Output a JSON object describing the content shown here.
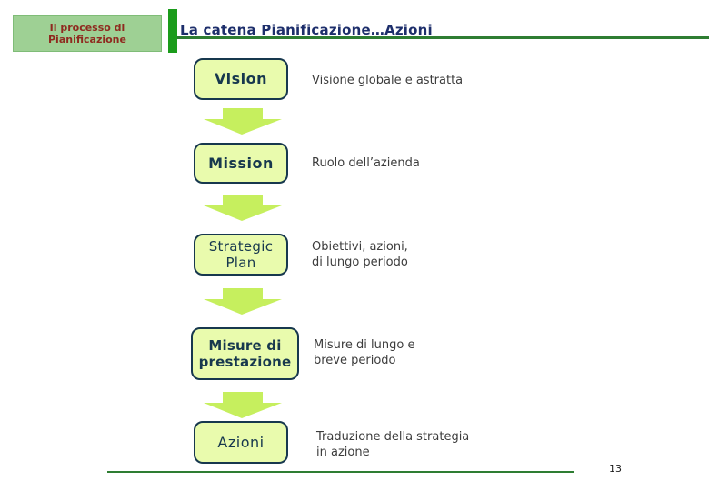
{
  "header": {
    "section_label": "Il processo di\nPianificazione",
    "title": "La catena Pianificazione…Azioni"
  },
  "flow": [
    {
      "label": "Vision",
      "desc": "Visione globale e astratta"
    },
    {
      "label": "Mission",
      "desc": "Ruolo dell’azienda"
    },
    {
      "label": "Strategic Plan",
      "desc": "Obiettivi, azioni,\ndi lungo periodo"
    },
    {
      "label": "Misure di prestazione",
      "desc": "Misure di lungo e\nbreve periodo"
    },
    {
      "label": "Azioni",
      "desc": "Traduzione della strategia\nin azione"
    }
  ],
  "footer": {
    "page_number": "13"
  },
  "icons": {
    "flow_connector": "down-arrow"
  },
  "colors": {
    "accent_green": "#1b9c1b",
    "line_green": "#2e7d32",
    "box_fill": "#e9fbad",
    "box_border": "#17384e",
    "arrow_fill": "#c6ef5e",
    "header_box_fill": "#9ed094",
    "header_text": "#8f2a1f",
    "title_text": "#1d2e6b"
  }
}
